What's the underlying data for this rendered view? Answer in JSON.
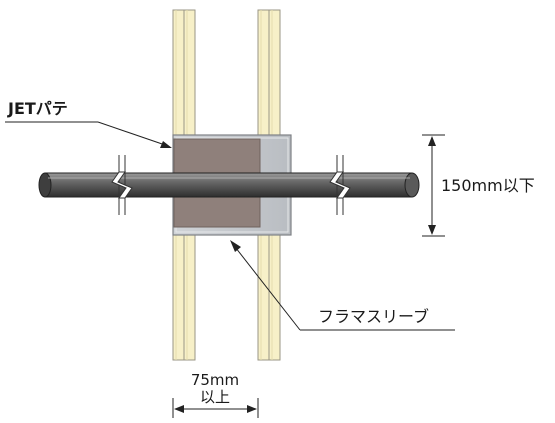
{
  "labels": {
    "putty": "JETパテ",
    "sleeve": "フラマスリーブ",
    "height_dim": "150mm以下",
    "width_dim_line1": "75mm",
    "width_dim_line2": "以上"
  },
  "colors": {
    "wall_fill": "#f7f0c8",
    "wall_stroke": "#8a8a7a",
    "putty_fill": "#8f807b",
    "sleeve_fill": "#c7cbd0",
    "pipe_dark": "#3a3a3a",
    "pipe_light": "#8a8a8a"
  }
}
